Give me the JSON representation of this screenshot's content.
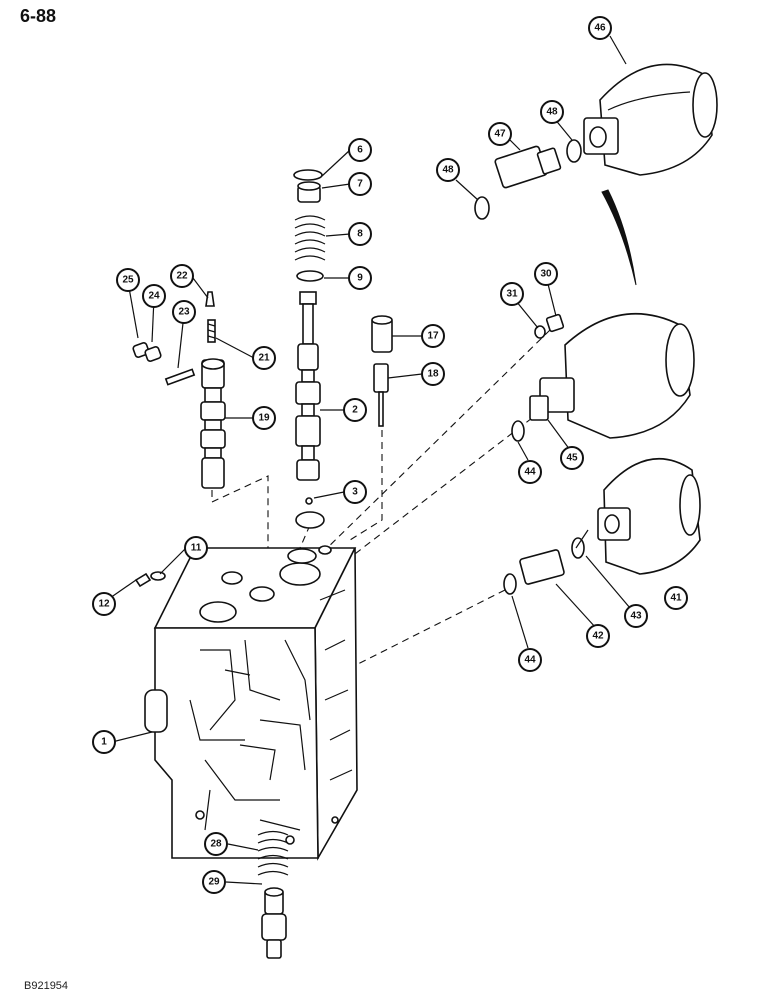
{
  "page_number": "6-88",
  "figure_code": "B921954",
  "callouts": [
    "1",
    "2",
    "3",
    "6",
    "7",
    "8",
    "9",
    "11",
    "12",
    "17",
    "18",
    "19",
    "21",
    "22",
    "23",
    "24",
    "25",
    "28",
    "29",
    "30",
    "31",
    "41",
    "42",
    "43",
    "44",
    "44",
    "45",
    "46",
    "47",
    "48",
    "48"
  ]
}
